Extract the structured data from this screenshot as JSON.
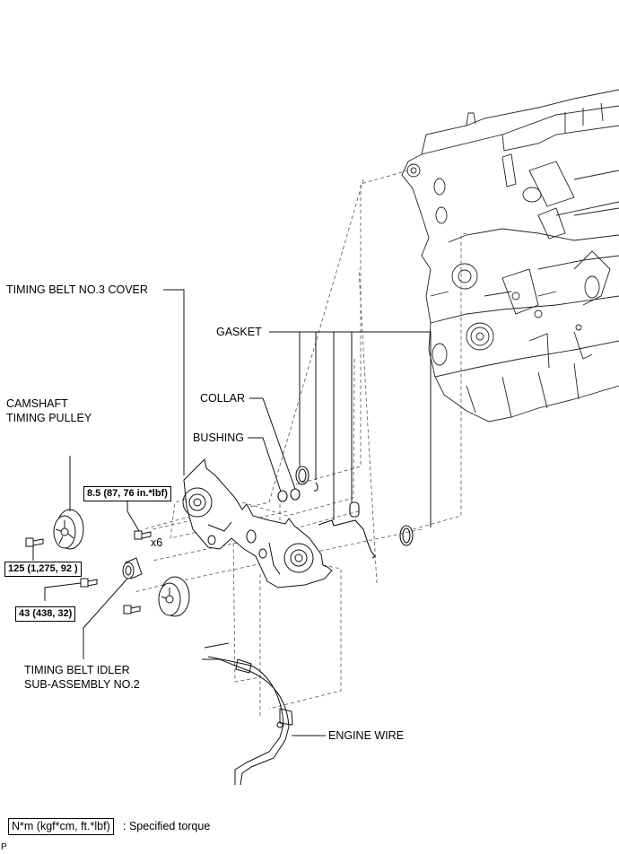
{
  "diagram": {
    "title": "Timing belt cover components",
    "labels": {
      "timing_belt_no3_cover": "TIMING BELT NO.3 COVER",
      "camshaft_timing_pulley_line1": "CAMSHAFT",
      "camshaft_timing_pulley_line2": "TIMING PULLEY",
      "gasket": "GASKET",
      "collar": "COLLAR",
      "bushing": "BUSHING",
      "timing_belt_idler_line1": "TIMING BELT IDLER",
      "timing_belt_idler_line2": "SUB-ASSEMBLY NO.2",
      "engine_wire": "ENGINE WIRE",
      "bolt_quantity": "x6"
    },
    "torques": {
      "cover_bolt": "8.5 (87, 76 in.*lbf)",
      "pulley_bolt": "125 (1,275, 92 )",
      "idler_bolt": "43 (438, 32)"
    },
    "legend": {
      "units": "N*m (kgf*cm, ft.*lbf)",
      "description": ": Specified torque"
    },
    "footer_marker": "P"
  }
}
